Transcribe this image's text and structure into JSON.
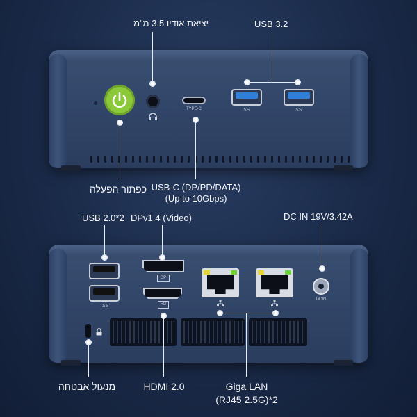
{
  "top_device": {
    "type_c_label": "TYPE-C",
    "usb_logo": "SS",
    "power_icon": "power-icon",
    "headphone_icon": "headphone-icon"
  },
  "bottom_device": {
    "usb2_logo": "SS",
    "dp_icon_label": "DP",
    "hdmi_icon_label": "HD",
    "lan_icon": "network-icon",
    "lock_icon": "lock-icon",
    "dcin_label": "DCIN"
  },
  "labels": {
    "audio": "יציאת אודיו 3.5 מ\"מ",
    "usb32": "USB 3.2",
    "power": "כפתור הפעלה",
    "usbc_line1": "USB-C (DP/PD/DATA)",
    "usbc_line2": "(Up to 10Gbps)",
    "usb20": "USB 2.0*2",
    "dp": "DPv1.4 (Video)",
    "dcin": "DC IN 19V/3.42A",
    "lock": "מנעול אבטחה",
    "hdmi": "HDMI 2.0",
    "lan_line1": "Giga LAN",
    "lan_line2": "(RJ45 2.5G)*2"
  },
  "colors": {
    "power_button": "#8bc83a",
    "usb3_blue": "#2f7fd6",
    "lan_led_yellow": "#e6d23a",
    "lan_led_green": "#6cd13b"
  }
}
